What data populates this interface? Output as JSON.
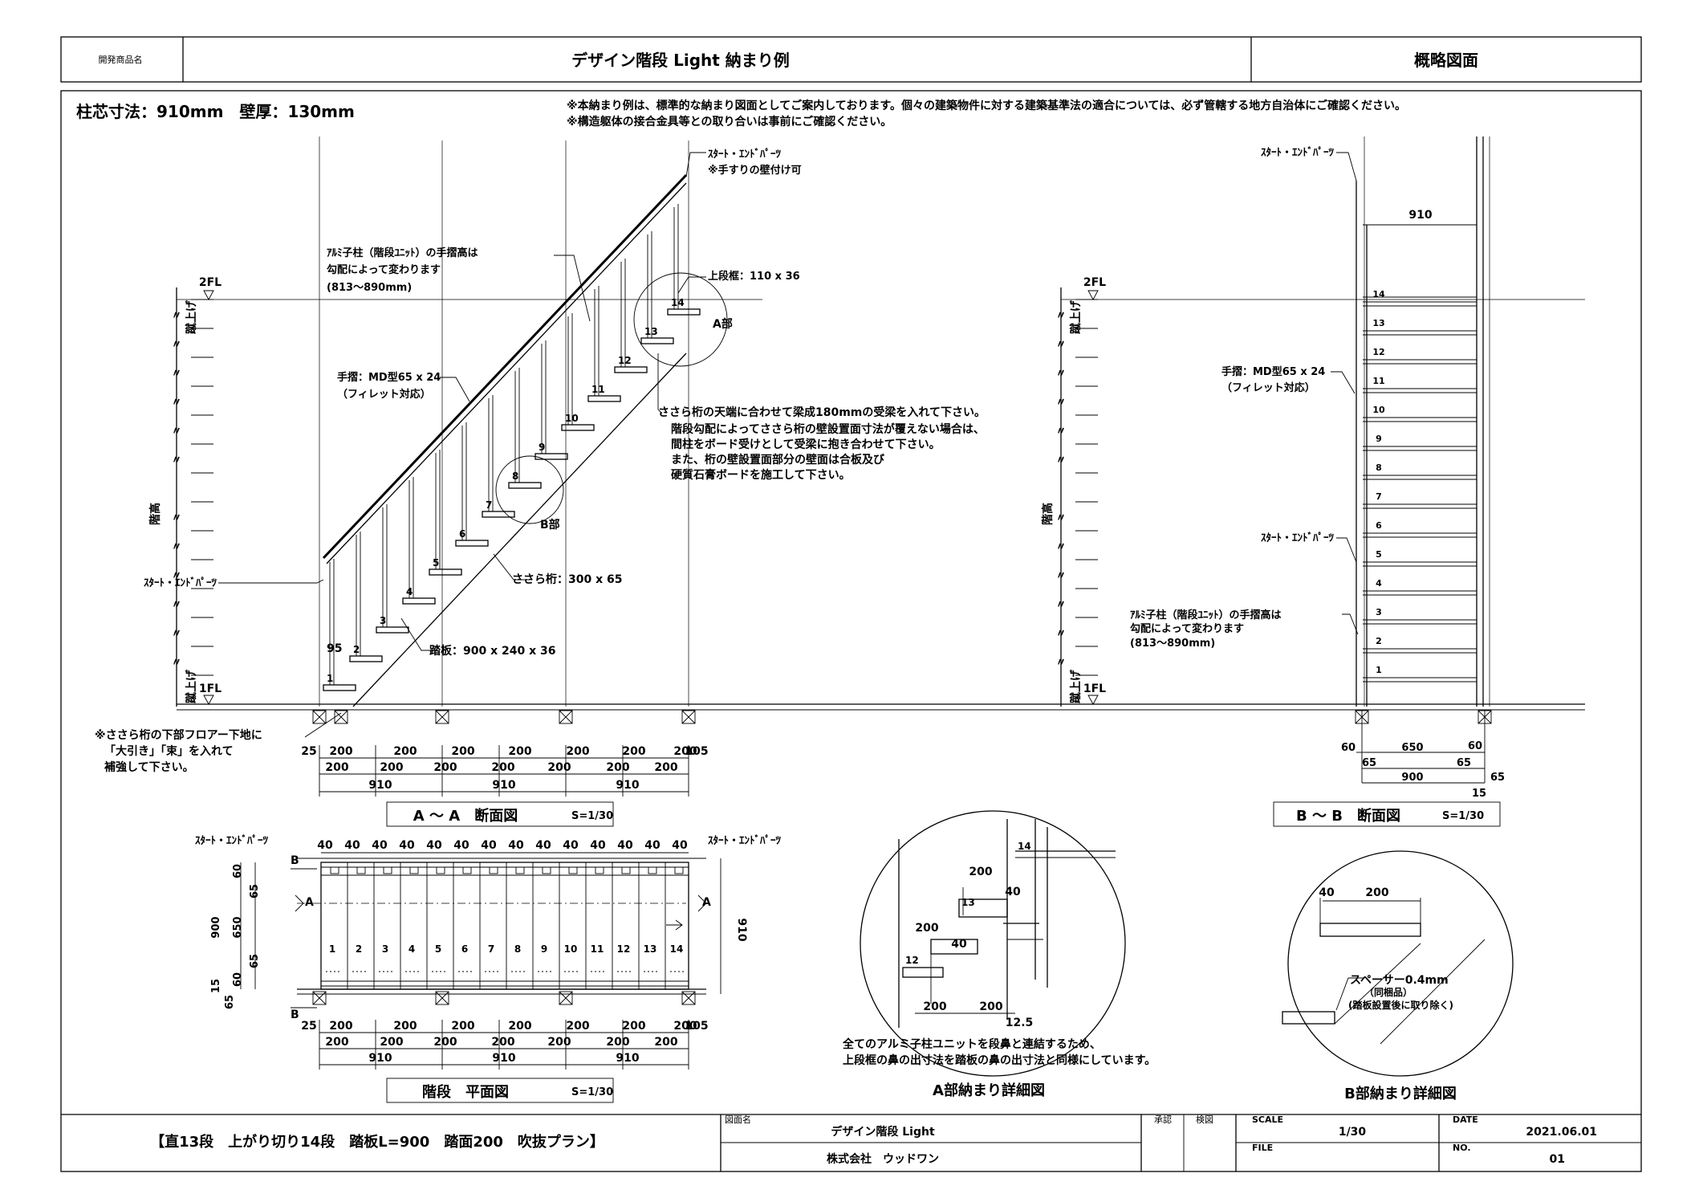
{
  "header": {
    "product_label": "開発商品名",
    "title": "デザイン階段 Light 納まり例",
    "doc_type": "概略図面"
  },
  "dimensions_heading": "柱芯寸法：910mm　壁厚：130mm",
  "notes": [
    "※本納まり例は、標準的な納まり図面としてご案内しております。個々の建築物件に対する建築基準法の適合については、必ず管轄する地方自治体にご確認ください。",
    "※構造躯体の接合金具等との取り合いは事前にご確認ください。"
  ],
  "section_aa": {
    "fl2": "2FL",
    "fl1": "1FL",
    "floor_height_label": "階高",
    "rise_label": "蹴上げ",
    "rise_repeat": "〃",
    "start_end_parts_top": "ｽﾀｰﾄ・ｴﾝﾄﾞﾊﾟｰﾂ",
    "handrail_wall_note": "※手すりの壁付け可",
    "baluster_note": [
      "ｱﾙﾐ子柱（階段ﾕﾆｯﾄ）の手摺高は",
      "勾配によって変わります",
      "(813～890mm)"
    ],
    "top_frame": "上段框：110 x 36",
    "part_a": "A部",
    "part_b": "B部",
    "handrail": [
      "手摺：MD型65 x 24",
      "（フィレット対応）"
    ],
    "start_end_parts_left": "ｽﾀｰﾄ・ｴﾝﾄﾞﾊﾟｰﾂ",
    "stringer": "ささら桁：300 x 65",
    "tread": "踏板：900 x 240 x 36",
    "beam_note": [
      "ささら桁の天端に合わせて梁成180mmの受梁を入れて下さい。",
      "階段勾配によってささら桁の壁設置面寸法が覆えない場合は、",
      "間柱をボード受けとして受梁に抱き合わせて下さい。",
      "また、桁の壁設置面部分の壁面は合板及び",
      "硬質石膏ボードを施工して下さい。"
    ],
    "floor_note": [
      "※ささら桁の下部フロアー下地に",
      "「大引き」「束」を入れて",
      "補強して下さい。"
    ],
    "dim_95": "95",
    "dims_top": [
      "25",
      "200",
      "200",
      "200",
      "200",
      "200",
      "200",
      "200",
      "105"
    ],
    "dims_mid": [
      "200",
      "200",
      "200",
      "200",
      "200",
      "200",
      "200"
    ],
    "dims_bottom": [
      "910",
      "910",
      "910"
    ],
    "step_numbers": [
      "1",
      "2",
      "3",
      "4",
      "5",
      "6",
      "7",
      "8",
      "9",
      "10",
      "11",
      "12",
      "13",
      "14"
    ],
    "caption": "A ～ A　断面図",
    "scale": "S=1/30"
  },
  "section_bb": {
    "fl2": "2FL",
    "fl1": "1FL",
    "floor_height_label": "階高",
    "rise_label": "蹴上げ",
    "start_end_parts_top": "ｽﾀｰﾄ・ｴﾝﾄﾞﾊﾟｰﾂ",
    "start_end_parts_mid": "ｽﾀｰﾄ・ｴﾝﾄﾞﾊﾟｰﾂ",
    "width_910": "910",
    "handrail": [
      "手摺：MD型65 x 24",
      "（フィレット対応）"
    ],
    "baluster_note": [
      "ｱﾙﾐ子柱（階段ﾕﾆｯﾄ）の手摺高は",
      "勾配によって変わります",
      "(813～890mm)"
    ],
    "dims_row1": [
      "60",
      "650",
      "60"
    ],
    "dims_row2": [
      "65",
      "65"
    ],
    "dims_row3": [
      "900",
      "65"
    ],
    "dim_15": "15",
    "caption": "B ～ B　断面図",
    "scale": "S=1/30"
  },
  "plan": {
    "start_end_left": "ｽﾀｰﾄ・ｴﾝﾄﾞﾊﾟｰﾂ",
    "start_end_right": "ｽﾀｰﾄ・ｴﾝﾄﾞﾊﾟｰﾂ",
    "dim_40": "40",
    "left_dims": [
      "60",
      "65",
      "900",
      "650",
      "65",
      "60",
      "15",
      "65"
    ],
    "right_dim": "910",
    "cut_a": "A",
    "cut_b": "B",
    "dims_top": [
      "25",
      "200",
      "200",
      "200",
      "200",
      "200",
      "200",
      "200",
      "105"
    ],
    "dims_mid": [
      "200",
      "200",
      "200",
      "200",
      "200",
      "200",
      "200"
    ],
    "dims_bottom": [
      "910",
      "910",
      "910"
    ],
    "caption": "階段　平面図",
    "scale": "S=1/30"
  },
  "detail_a": {
    "dims": [
      "14",
      "200",
      "40",
      "13",
      "200",
      "40",
      "12",
      "200",
      "200",
      "12.5"
    ],
    "note": [
      "全てのアルミ子柱ユニットを段鼻と連結するため、",
      "上段框の鼻の出寸法を踏板の鼻の出寸法と同様にしています。"
    ],
    "caption": "A部納まり詳細図"
  },
  "detail_b": {
    "dim_40": "40",
    "dim_200": "200",
    "spacer": [
      "スペーサー0.4mm",
      "（同梱品）",
      "(踏板設置後に取り除く)"
    ],
    "caption": "B部納まり詳細図"
  },
  "footer": {
    "plan_title": "【直13段　上がり切り14段　踏板L=900　踏面200　吹抜プラン】",
    "drawing_name_label": "図面名",
    "drawing_name": "デザイン階段 Light",
    "company": "株式会社　ウッドワン",
    "approval": "承認",
    "check": "検図",
    "scale_label": "SCALE",
    "scale_value": "1/30",
    "file_label": "FILE",
    "date_label": "DATE",
    "date_value": "2021.06.01",
    "no_label": "NO.",
    "no_value": "01"
  }
}
